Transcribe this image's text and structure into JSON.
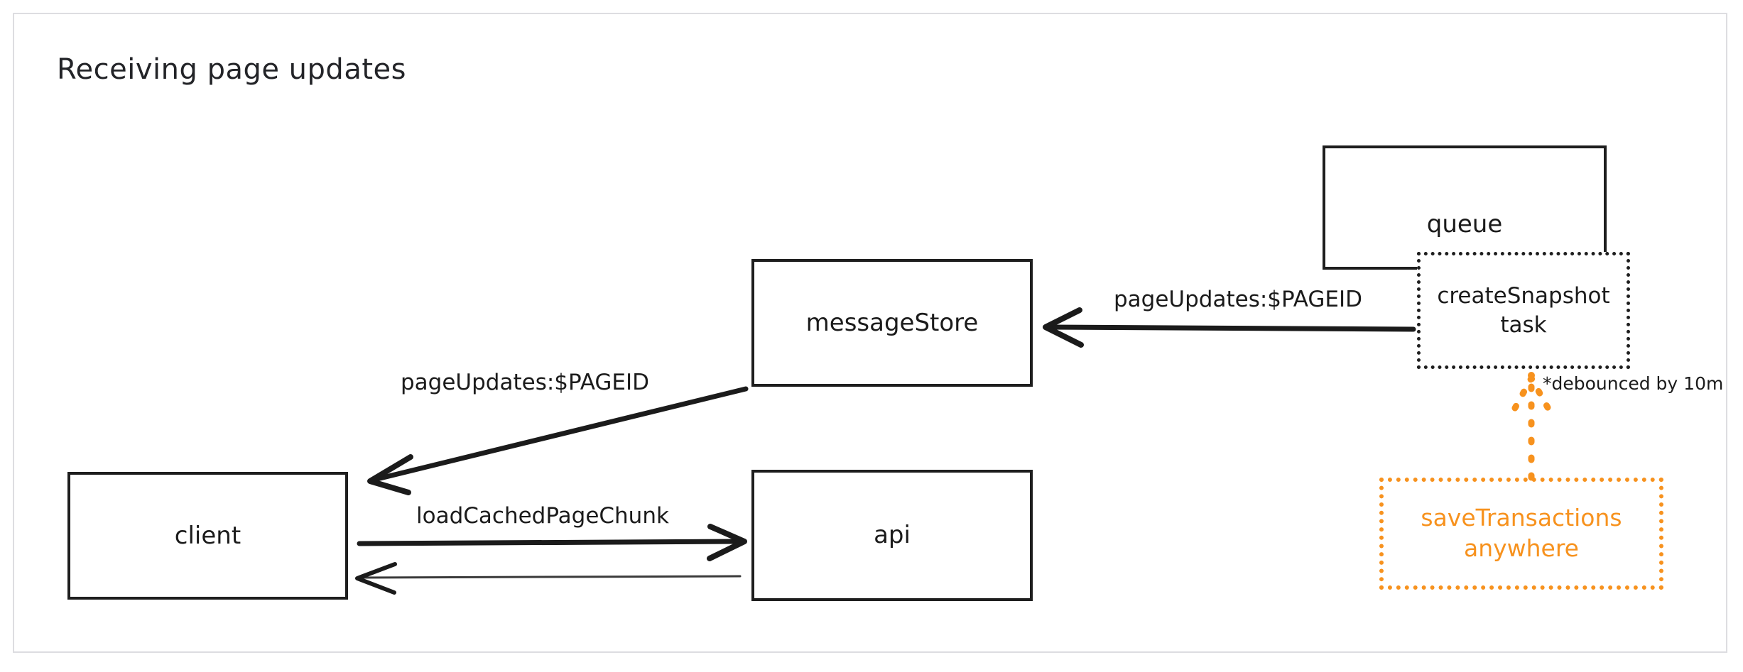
{
  "canvas": {
    "title": "Receiving page updates",
    "background_color": "#ffffff",
    "frame_color": "#dddde1",
    "ink_color": "#1b1b1b",
    "accent_color": "#f7921e"
  },
  "nodes": {
    "queue": {
      "label": "queue",
      "style": "solid-box"
    },
    "message_store": {
      "label": "messageStore",
      "style": "solid-box"
    },
    "client": {
      "label": "client",
      "style": "solid-box"
    },
    "api": {
      "label": "api",
      "style": "solid-box"
    },
    "create_snapshot": {
      "label": "createSnapshot\ntask",
      "line1": "createSnapshot",
      "line2": "task",
      "style": "dotted-box"
    },
    "save_transactions": {
      "label": "saveTransactions\nanywhere",
      "line1": "saveTransactions",
      "line2": "anywhere",
      "style": "dotted-box-accent"
    }
  },
  "edges": [
    {
      "id": "queue-to-message-store",
      "from": "create_snapshot",
      "to": "message_store",
      "label": "pageUpdates:$PAGEID",
      "direction": "left",
      "style": "solid"
    },
    {
      "id": "message-store-to-client",
      "from": "message_store",
      "to": "client",
      "label": "pageUpdates:$PAGEID",
      "direction": "down-left",
      "style": "solid"
    },
    {
      "id": "client-to-api",
      "from": "client",
      "to": "api",
      "label": "loadCachedPageChunk",
      "direction": "right",
      "style": "solid"
    },
    {
      "id": "api-to-client",
      "from": "api",
      "to": "client",
      "label": "",
      "direction": "left",
      "style": "thin-solid"
    },
    {
      "id": "save-transactions-to-create-snapshot",
      "from": "save_transactions",
      "to": "create_snapshot",
      "label": "*debounced by 10m",
      "direction": "up",
      "style": "dotted-accent"
    }
  ],
  "annotations": {
    "debounce_note": "*debounced by 10m"
  }
}
